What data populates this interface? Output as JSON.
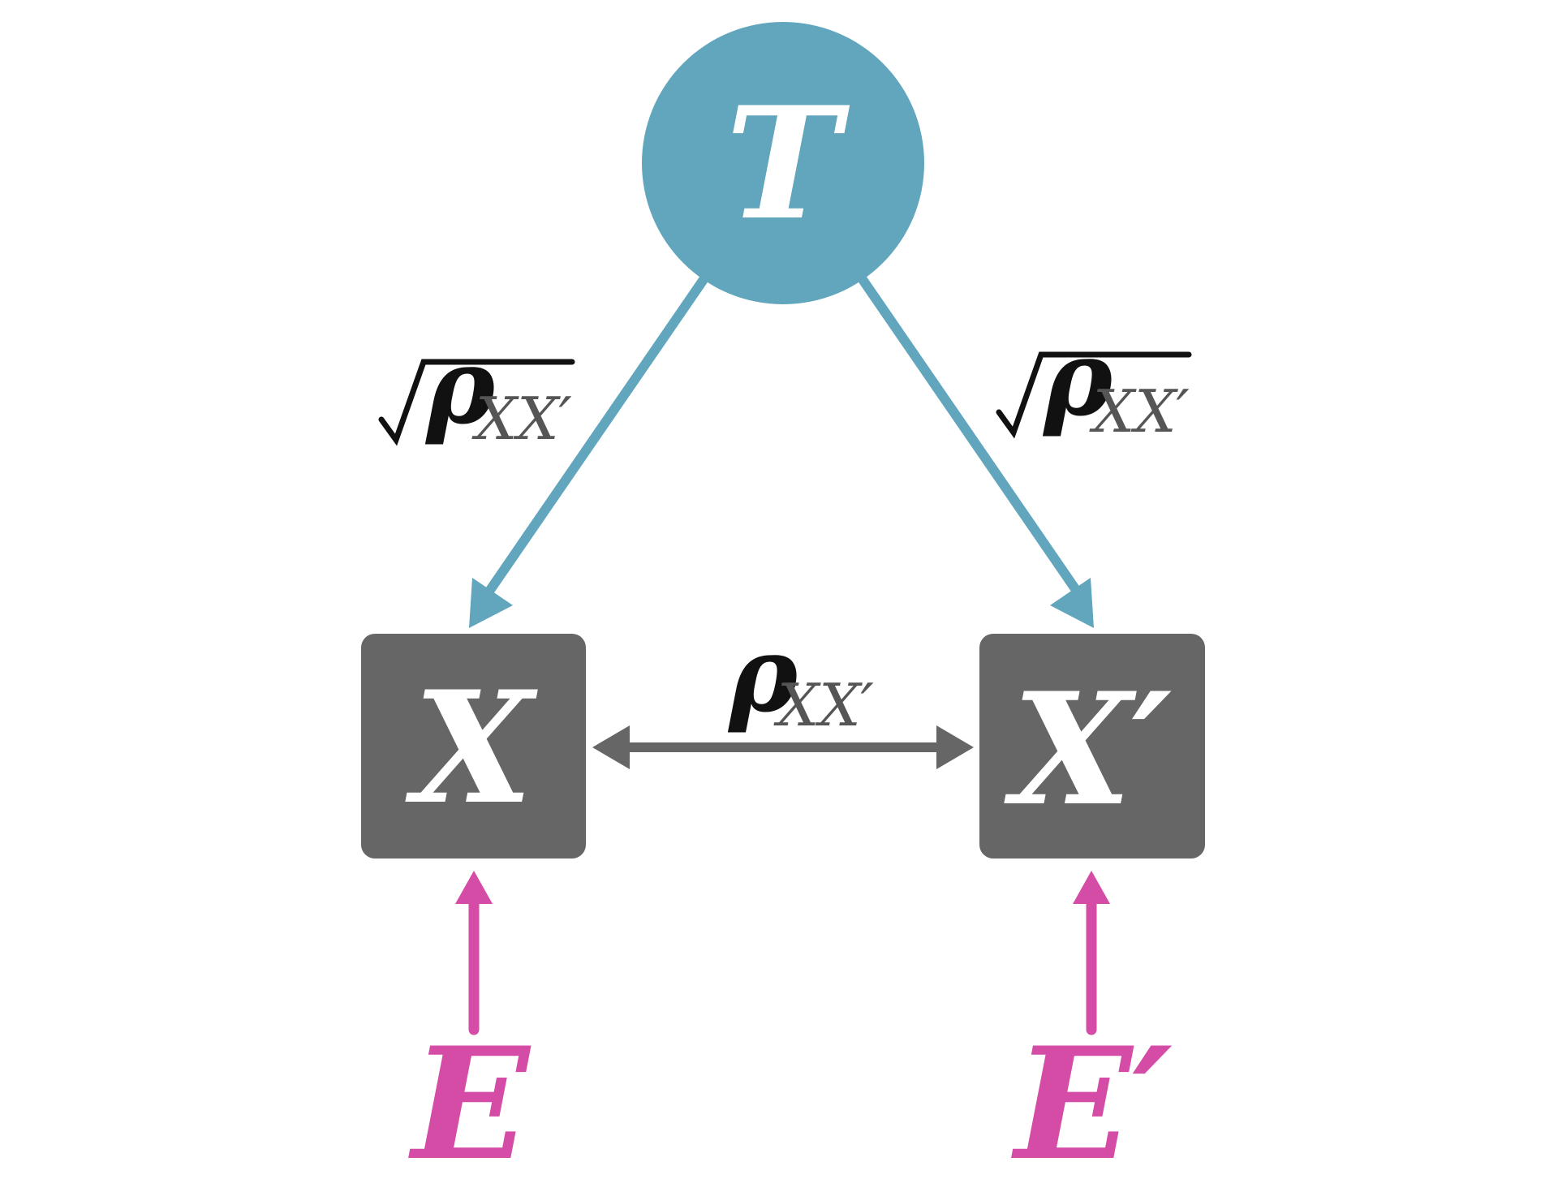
{
  "nodes": {
    "true_score": {
      "label": "T"
    },
    "observed_x": {
      "label": "X"
    },
    "observed_x_prime": {
      "label": "X′"
    },
    "error_e": {
      "label": "E"
    },
    "error_e_prime": {
      "label": "E′"
    }
  },
  "edges": {
    "left_loading": {
      "rho": "ρ",
      "subscript": "XX′"
    },
    "right_loading": {
      "rho": "ρ",
      "subscript": "XX′"
    },
    "correlation": {
      "rho": "ρ",
      "subscript": "XX′"
    }
  },
  "colors": {
    "true_score": "#61a6bd",
    "observed": "#666666",
    "error": "#d44ca5",
    "label_dark": "#111111",
    "subscript_gray": "#555555",
    "node_text": "#ffffff"
  }
}
